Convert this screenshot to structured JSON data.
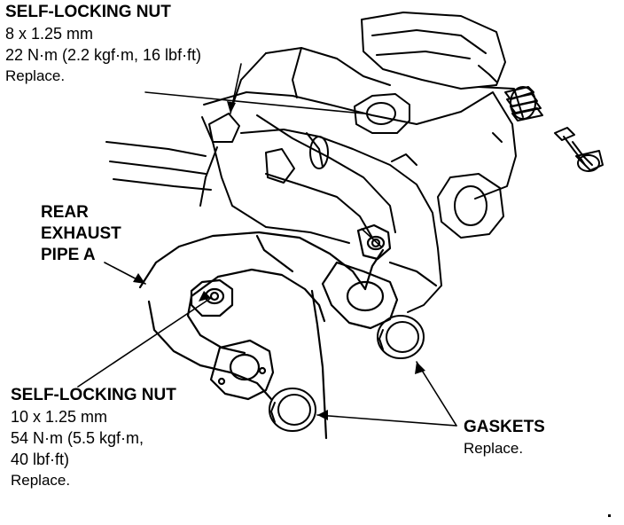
{
  "callouts": {
    "top_nut": {
      "title": "SELF-LOCKING NUT",
      "size": "8 x 1.25 mm",
      "torque": "22 N·m (2.2 kgf·m, 16 lbf·ft)",
      "note": "Replace."
    },
    "pipe": {
      "line1": "REAR",
      "line2": "EXHAUST",
      "line3": "PIPE A"
    },
    "bottom_nut": {
      "title": "SELF-LOCKING NUT",
      "size": "10 x 1.25 mm",
      "torque_line1": "54 N·m (5.5 kgf·m,",
      "torque_line2": "40 lbf·ft)",
      "note": "Replace."
    },
    "gaskets": {
      "title": "GASKETS",
      "note": "Replace."
    }
  }
}
